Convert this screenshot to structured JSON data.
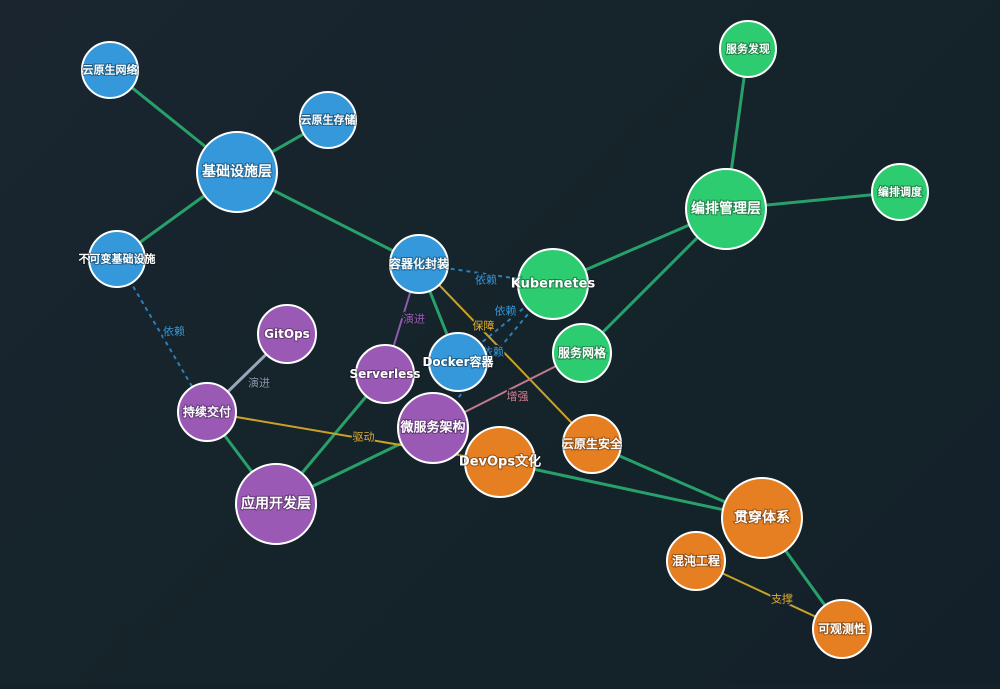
{
  "colors": {
    "infra": "#3498db",
    "orchestration": "#2ecc71",
    "app": "#9b59b6",
    "crosscut": "#e67e22",
    "background": "#16222a",
    "node_stroke": "#ffffff",
    "edge_green": "#27a06a",
    "edge_blue_dashed": "#2d7fb8",
    "edge_gold": "#c9a227",
    "edge_purple": "#8e5bb0",
    "edge_pink": "#c07a8e",
    "edge_gray": "#9aa7b8",
    "label_blue": "#3498db",
    "label_purple": "#9b59b6",
    "label_gold": "#e0b030",
    "label_pink": "#d08090",
    "label_gray": "#8a95a8"
  },
  "nodes": [
    {
      "id": "infra_layer",
      "label": "基础设施层",
      "group": "infra",
      "size": "hub"
    },
    {
      "id": "cn_network",
      "label": "云原生网络",
      "group": "infra",
      "size": "leaf"
    },
    {
      "id": "cn_storage",
      "label": "云原生存储",
      "group": "infra",
      "size": "leaf"
    },
    {
      "id": "immutable_infra",
      "label": "不可变基础设施",
      "group": "infra",
      "size": "leaf"
    },
    {
      "id": "containerize",
      "label": "容器化封装",
      "group": "infra",
      "size": "mid"
    },
    {
      "id": "docker",
      "label": "Docker容器",
      "group": "infra",
      "size": "mid"
    },
    {
      "id": "orch_layer",
      "label": "编排管理层",
      "group": "orchestration",
      "size": "hub"
    },
    {
      "id": "service_discovery",
      "label": "服务发现",
      "group": "orchestration",
      "size": "leaf"
    },
    {
      "id": "scheduling",
      "label": "编排调度",
      "group": "orchestration",
      "size": "leaf"
    },
    {
      "id": "kubernetes",
      "label": "Kubernetes",
      "group": "orchestration",
      "size": "big"
    },
    {
      "id": "service_mesh",
      "label": "服务网格",
      "group": "orchestration",
      "size": "mid"
    },
    {
      "id": "app_layer",
      "label": "应用开发层",
      "group": "app",
      "size": "hub"
    },
    {
      "id": "gitops",
      "label": "GitOps",
      "group": "app",
      "size": "mid"
    },
    {
      "id": "serverless",
      "label": "Serverless",
      "group": "app",
      "size": "mid"
    },
    {
      "id": "microservices",
      "label": "微服务架构",
      "group": "app",
      "size": "big"
    },
    {
      "id": "cd",
      "label": "持续交付",
      "group": "app",
      "size": "mid"
    },
    {
      "id": "crosscut_layer",
      "label": "贯穿体系",
      "group": "crosscut",
      "size": "hub"
    },
    {
      "id": "devops",
      "label": "DevOps文化",
      "group": "crosscut",
      "size": "big"
    },
    {
      "id": "cn_security",
      "label": "云原生安全",
      "group": "crosscut",
      "size": "mid"
    },
    {
      "id": "chaos",
      "label": "混沌工程",
      "group": "crosscut",
      "size": "mid"
    },
    {
      "id": "observability",
      "label": "可观测性",
      "group": "crosscut",
      "size": "mid"
    }
  ],
  "edges": [
    {
      "source": "infra_layer",
      "target": "cn_network",
      "style": "green",
      "label": ""
    },
    {
      "source": "infra_layer",
      "target": "cn_storage",
      "style": "green",
      "label": ""
    },
    {
      "source": "infra_layer",
      "target": "immutable_infra",
      "style": "green",
      "label": ""
    },
    {
      "source": "infra_layer",
      "target": "containerize",
      "style": "green",
      "label": ""
    },
    {
      "source": "containerize",
      "target": "docker",
      "style": "green",
      "label": ""
    },
    {
      "source": "orch_layer",
      "target": "service_discovery",
      "style": "green",
      "label": ""
    },
    {
      "source": "orch_layer",
      "target": "scheduling",
      "style": "green",
      "label": ""
    },
    {
      "source": "orch_layer",
      "target": "kubernetes",
      "style": "green",
      "label": ""
    },
    {
      "source": "orch_layer",
      "target": "service_mesh",
      "style": "green",
      "label": ""
    },
    {
      "source": "app_layer",
      "target": "serverless",
      "style": "green",
      "label": ""
    },
    {
      "source": "app_layer",
      "target": "microservices",
      "style": "green",
      "label": ""
    },
    {
      "source": "app_layer",
      "target": "cd",
      "style": "green",
      "label": ""
    },
    {
      "source": "crosscut_layer",
      "target": "devops",
      "style": "green",
      "label": ""
    },
    {
      "source": "crosscut_layer",
      "target": "cn_security",
      "style": "green",
      "label": ""
    },
    {
      "source": "crosscut_layer",
      "target": "observability",
      "style": "green",
      "label": ""
    },
    {
      "source": "containerize",
      "target": "kubernetes",
      "style": "blue_dashed",
      "label": "依赖"
    },
    {
      "source": "docker",
      "target": "kubernetes",
      "style": "blue_dashed",
      "label": "依赖"
    },
    {
      "source": "immutable_infra",
      "target": "cd",
      "style": "blue_dashed",
      "label": "依赖"
    },
    {
      "source": "microservices",
      "target": "kubernetes",
      "style": "blue_dashed",
      "label": "依赖"
    },
    {
      "source": "containerize",
      "target": "serverless",
      "style": "purple",
      "label": "演进"
    },
    {
      "source": "containerize",
      "target": "cn_security",
      "style": "gold",
      "label": "保障"
    },
    {
      "source": "cd",
      "target": "devops",
      "style": "gold",
      "label": "驱动"
    },
    {
      "source": "chaos",
      "target": "observability",
      "style": "gold",
      "label": "支撑"
    },
    {
      "source": "microservices",
      "target": "service_mesh",
      "style": "pink",
      "label": "增强"
    },
    {
      "source": "gitops",
      "target": "cd",
      "style": "gray",
      "label": "演进"
    }
  ]
}
